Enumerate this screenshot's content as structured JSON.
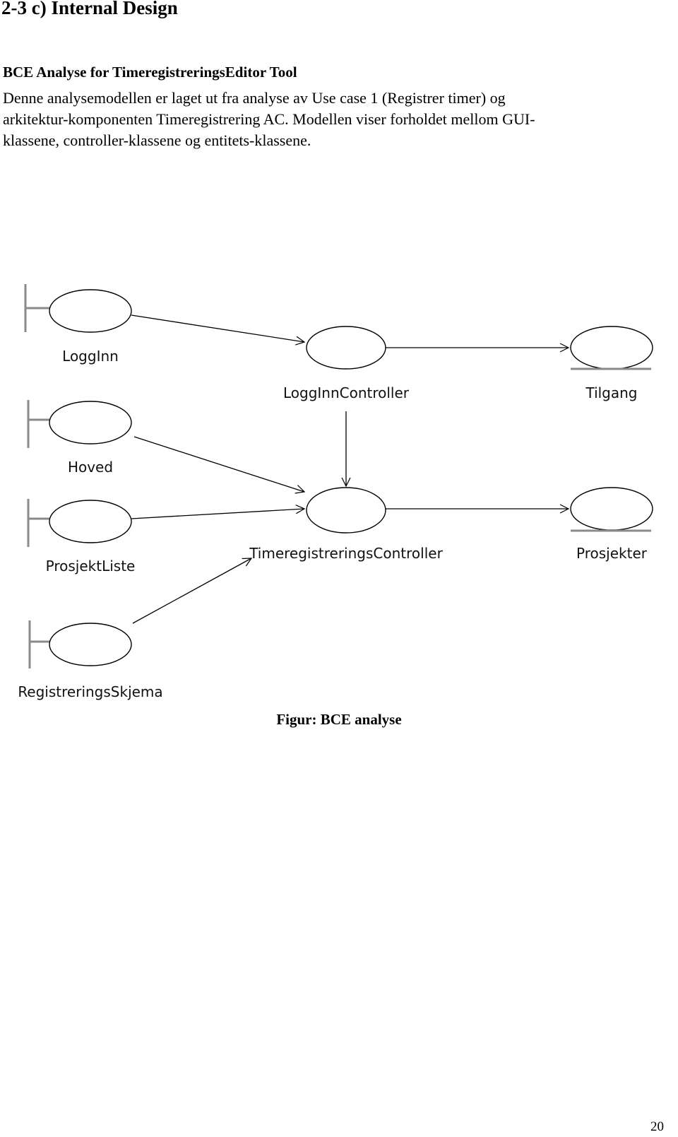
{
  "document": {
    "section_heading": "2-3 c)  Internal Design",
    "subheading": "BCE Analyse for TimeregistreringsEditor Tool",
    "paragraph_lines": [
      "Denne analysemodellen er laget ut fra analyse av Use case 1 (Registrer timer) og",
      "arkitektur-komponenten Timeregistrering AC. Modellen viser forholdet mellom GUI-",
      "klassene, controller-klassene og entitets-klassene."
    ],
    "figure_caption": "Figur: BCE analyse",
    "page_number": "20"
  },
  "diagram": {
    "boundaries": [
      "LoggInn",
      "Hoved",
      "ProsjektListe",
      "RegistreringsSkjema"
    ],
    "controllers": [
      "LoggInnController",
      "TimeregistreringsController"
    ],
    "entities": [
      "Tilgang",
      "Prosjekter"
    ],
    "relations": [
      {
        "from": "LoggInn",
        "to": "LoggInnController"
      },
      {
        "from": "LoggInnController",
        "to": "Tilgang"
      },
      {
        "from": "LoggInnController",
        "to": "TimeregistreringsController"
      },
      {
        "from": "Hoved",
        "to": "TimeregistreringsController"
      },
      {
        "from": "ProsjektListe",
        "to": "TimeregistreringsController"
      },
      {
        "from": "RegistreringsSkjema",
        "to": "TimeregistreringsController"
      },
      {
        "from": "TimeregistreringsController",
        "to": "Prosjekter"
      }
    ]
  }
}
